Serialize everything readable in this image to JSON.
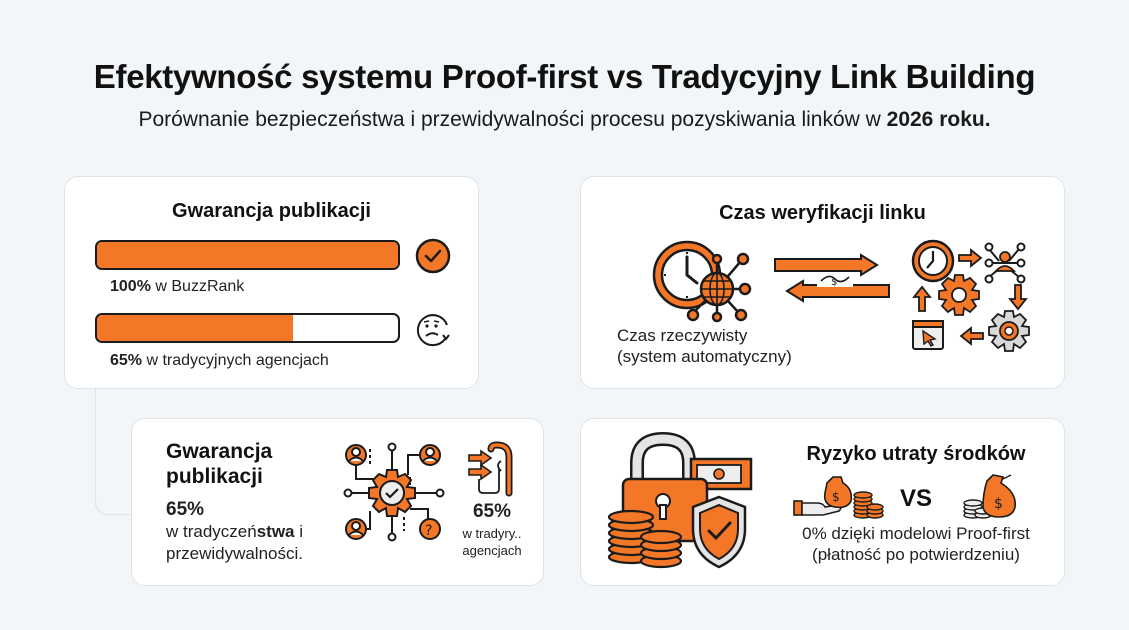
{
  "header": {
    "title": "Efektywność systemu Proof-first vs Tradycyjny Link Building",
    "subtitle_prefix": "Porównanie bezpieczeństwa i przewidywalności procesu pozyskiwania linków w ",
    "subtitle_bold": "2026 roku."
  },
  "colors": {
    "accent": "#f47728",
    "outline": "#1b1b1b",
    "background": "#f3f6f8",
    "card": "#ffffff",
    "gray_icon": "#d9d9d9"
  },
  "card_guarantee": {
    "title": "Gwarancja publikacji",
    "bars": [
      {
        "percent": 100,
        "value_label": "100%",
        "label": " w BuzzRank",
        "icon": "check-circle-icon"
      },
      {
        "percent": 65,
        "value_label": "65%",
        "label": " w tradycyjnych agencjach",
        "icon": "confused-face-icon"
      }
    ]
  },
  "card_verification": {
    "title": "Czas weryfikacji linku",
    "caption_line1": "Czas rzeczywisty",
    "caption_line2": "(system automatyczny)",
    "icons": [
      "clock-globe-network-icon",
      "exchange-arrows-icon",
      "workflow-cycle-icon"
    ]
  },
  "card_guarantee_2": {
    "title_line1": "Gwarancja",
    "title_line2": "publikacji",
    "value": "65%",
    "desc_line1_prefix": "w tradyczeń",
    "desc_line1_bold": "stwa",
    "desc_line1_suffix": " i",
    "desc_line2": "przewidywalności.",
    "side_value": "65%",
    "side_line1": "w tradyry..",
    "side_line2": "agencjach",
    "icons": [
      "network-gear-check-icon",
      "door-arrows-icon"
    ]
  },
  "card_risk": {
    "title": "Ryzyko utraty środków",
    "vs_label": "VS",
    "caption_line1": "0% dzięki modelowi Proof-first",
    "caption_line2": "(płatność po potwierdzeniu)",
    "icons": [
      "padlock-money-shield-icon",
      "hand-money-bag-coins-icon",
      "money-bag-coins-icon"
    ]
  }
}
